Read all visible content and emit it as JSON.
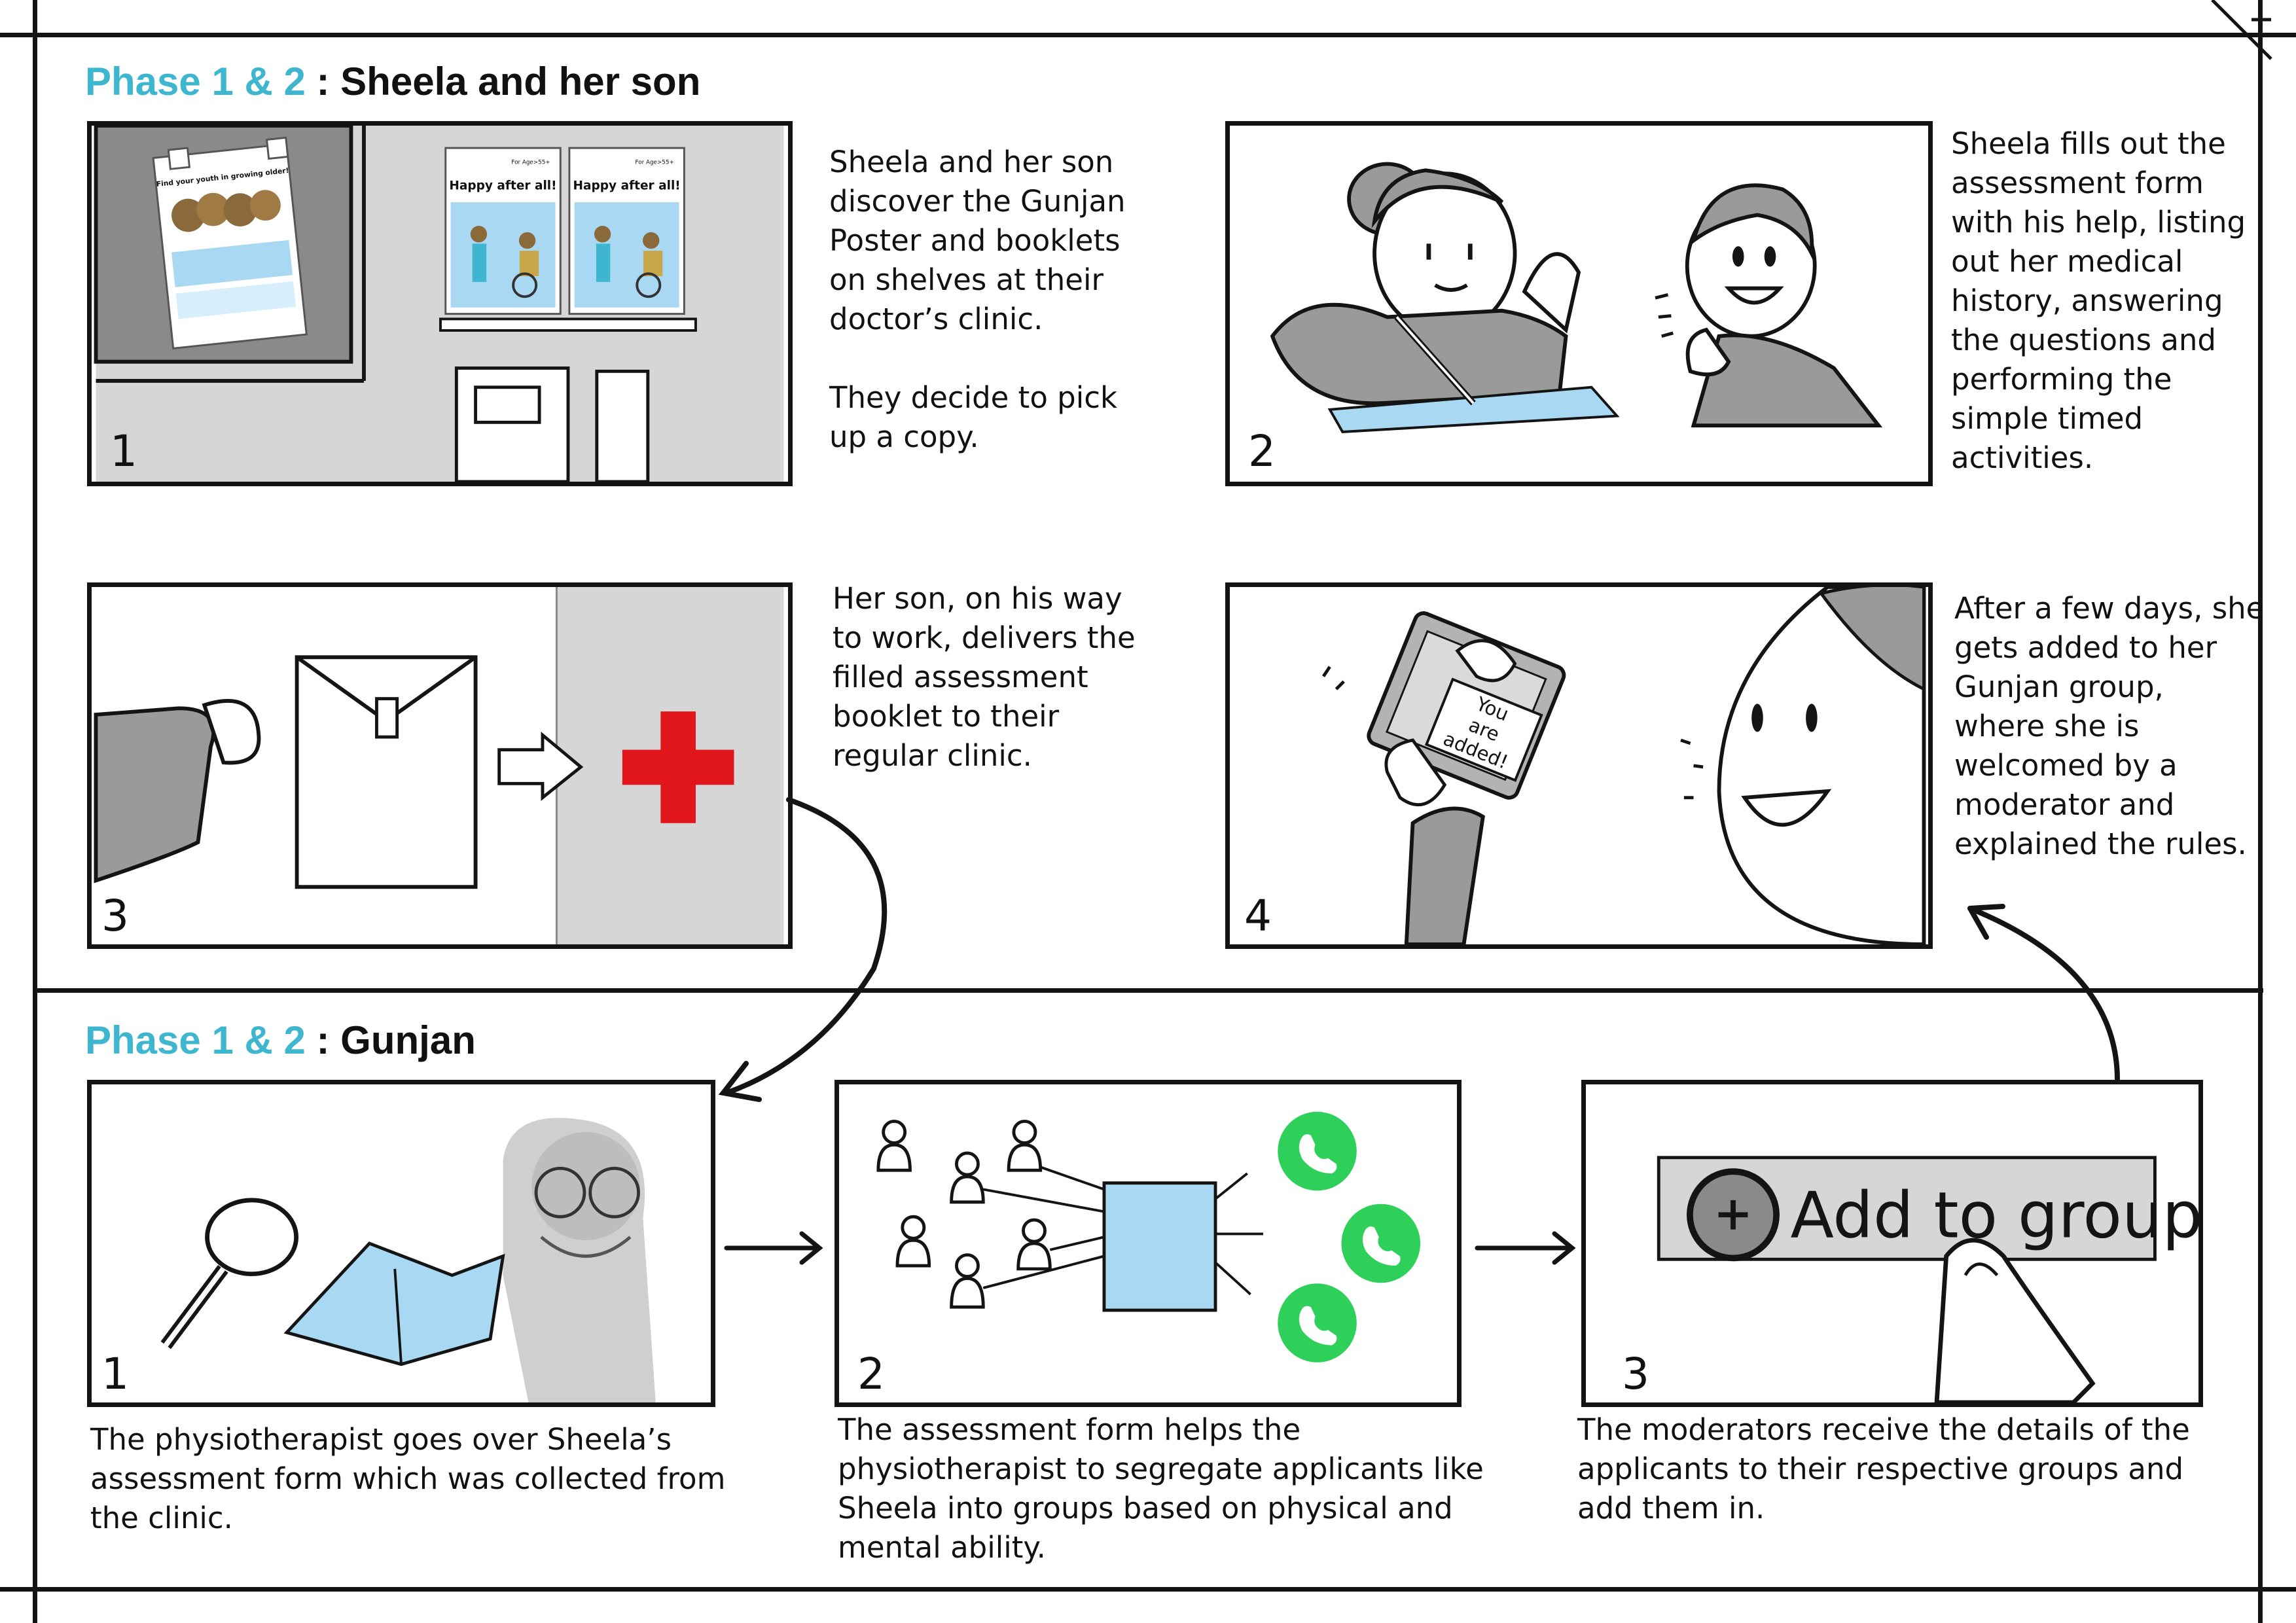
{
  "section1": {
    "heading_accent": "Phase 1 & 2",
    "heading_rest": " : Sheela and her son",
    "panels": [
      {
        "number": "1",
        "caption": [
          "Sheela and her son",
          "discover the Gunjan",
          "Poster and booklets",
          "on shelves at their",
          "doctor’s clinic.",
          "",
          "They decide to pick",
          "up a copy."
        ],
        "poster": {
          "headline": "Find your youth in growing older!"
        },
        "booklets": [
          {
            "tag": "For Age>55+",
            "title": "Happy after all!"
          },
          {
            "tag": "For Age>55+",
            "title": "Happy after all!"
          }
        ]
      },
      {
        "number": "2",
        "caption": [
          "Sheela fills out the",
          "assessment form",
          "with his help, listing",
          "out her medical",
          "history, answering",
          "the questions and",
          "performing the",
          "simple timed",
          "activities."
        ]
      },
      {
        "number": "3",
        "caption": [
          "Her son, on his way",
          "to work, delivers the",
          "filled assessment",
          "booklet to their",
          "regular clinic."
        ]
      },
      {
        "number": "4",
        "caption": [
          "After a few days, she",
          "gets added to her",
          "Gunjan group,",
          "where she is",
          "welcomed by a",
          "moderator and",
          "explained the rules."
        ],
        "phone_text": [
          "You",
          "are",
          "added!"
        ]
      }
    ]
  },
  "section2": {
    "heading_accent": "Phase 1 & 2",
    "heading_rest": " : Gunjan",
    "panels": [
      {
        "number": "1",
        "caption": [
          "The physiotherapist goes over Sheela’s",
          "assessment form which was collected from",
          "the clinic."
        ]
      },
      {
        "number": "2",
        "caption": [
          "The assessment form helps the",
          "physiotherapist to segregate applicants like",
          "Sheela into groups based on physical and",
          "mental ability."
        ]
      },
      {
        "number": "3",
        "caption": [
          "The moderators receive the details of the",
          "applicants to their respective groups and",
          "add them in."
        ],
        "button_label": "Add to group"
      }
    ]
  },
  "colors": {
    "accent": "#3fb6cf",
    "ink": "#141414",
    "grey": "#9a9a9a",
    "light_grey": "#d4d4d4",
    "blue": "#a9d8f3",
    "red": "#e0161b",
    "whatsapp": "#2fd05a"
  }
}
